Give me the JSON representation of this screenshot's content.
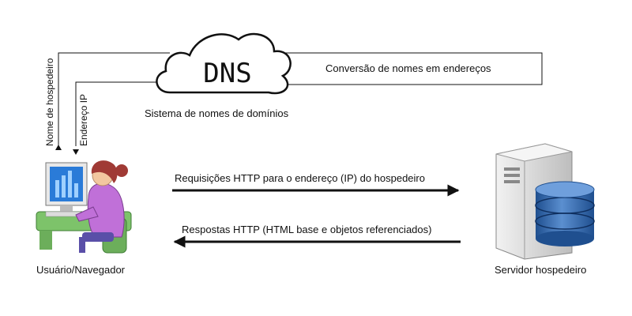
{
  "dns": {
    "cloud_text": "DNS",
    "caption": "Sistema de nomes de domínios",
    "conversion_label": "Conversão de nomes em endereços"
  },
  "queries": {
    "hostname_label": "Nome de hospedeiro",
    "ip_label": "Endereço IP"
  },
  "client": {
    "label": "Usuário/Navegador"
  },
  "server": {
    "label": "Servidor hospedeiro"
  },
  "http": {
    "request_label": "Requisições HTTP para o endereço (IP) do hospedeiro",
    "response_label": "Respostas HTTP (HTML base e objetos referenciados)"
  },
  "colors": {
    "line": "#111111",
    "shirt": "#c070d8",
    "hair": "#a03a35",
    "skin": "#f2c7a0",
    "monitor_screen": "#2a7bd8",
    "desk_green": "#7dc36a",
    "server_gray": "#d9d9d9",
    "db_blue": "#3a6fb0"
  }
}
